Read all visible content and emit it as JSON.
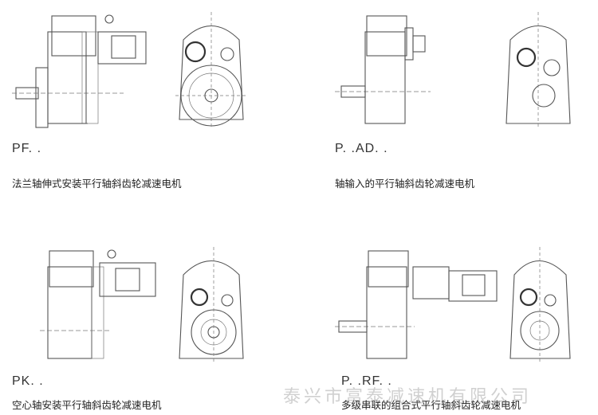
{
  "panels": [
    {
      "code": "PF. .",
      "description": "法兰轴伸式安装平行轴斜齿轮减速电机"
    },
    {
      "code": "P. .AD. .",
      "description": "轴输入的平行轴斜齿轮减速电机"
    },
    {
      "code": "PK. .",
      "description": "空心轴安装平行轴斜齿轮减速电机"
    },
    {
      "code": "P. .RF. .",
      "description": "多级串联的组合式平行轴斜齿轮减速电机"
    }
  ],
  "watermark": "泰兴市富泰减速机有限公司",
  "icons": [
    "gear-motor-side-view",
    "gear-motor-end-view"
  ]
}
